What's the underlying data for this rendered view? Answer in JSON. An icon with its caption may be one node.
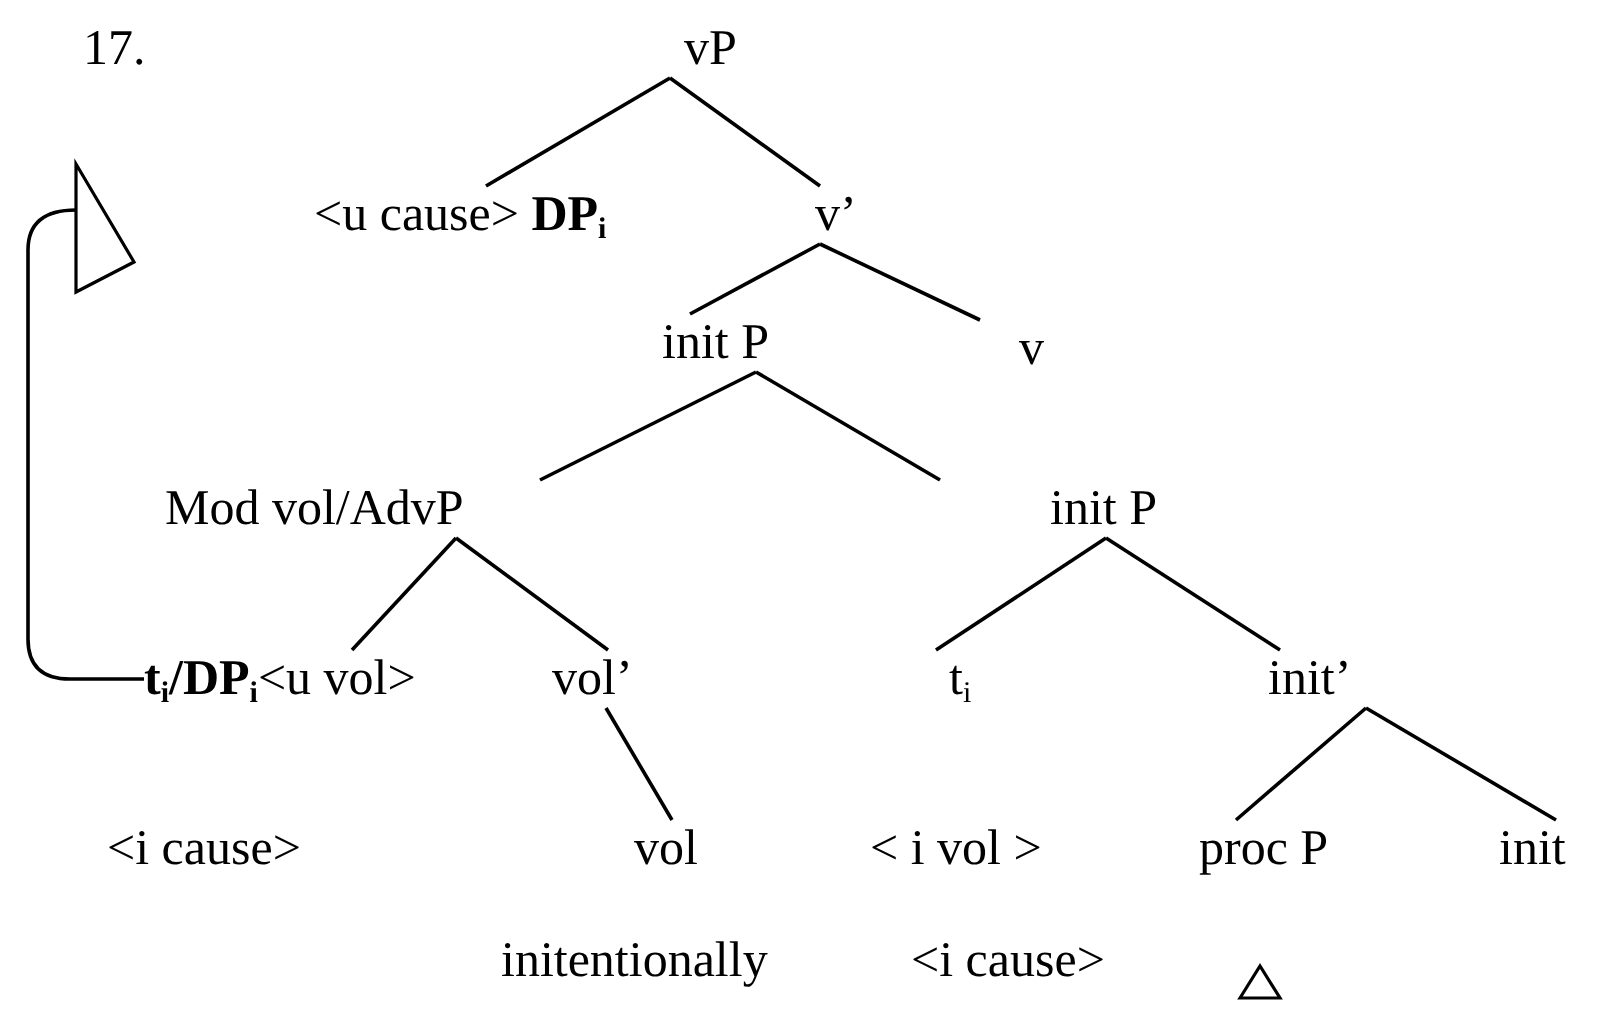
{
  "diagram": {
    "nodes": [
      {
        "text": [
          "vP"
        ]
      },
      {
        "text": [
          "<u cause> **DP$_{i}$**"
        ]
      },
      {
        "text": [
          "v’"
        ]
      },
      {
        "text": [
          "init P"
        ]
      },
      {
        "text": [
          "v"
        ]
      },
      {
        "text": [
          "Mod vol/AdvP"
        ]
      },
      {
        "text": [
          "init P"
        ]
      },
      {
        "text": [
          "**t$_{i}$/DP$_{i}$**<u vol>"
        ]
      },
      {
        "text": [
          "vol’"
        ]
      },
      {
        "text": [
          "t$_{i}$"
        ]
      },
      {
        "text": [
          "init’"
        ]
      },
      {
        "text": [
          "vol"
        ]
      },
      {
        "text": [
          "proc P"
        ]
      },
      {
        "text": [
          "init"
        ]
      }
    ],
    "edges": [
      {
        "from": 0,
        "to": 1,
        "arrow": "none"
      },
      {
        "from": 0,
        "to": 2,
        "arrow": "none"
      },
      {
        "from": 2,
        "to": 3,
        "arrow": "none"
      },
      {
        "from": 2,
        "to": 4,
        "arrow": "none"
      },
      {
        "from": 3,
        "to": 5,
        "arrow": "none"
      },
      {
        "from": 3,
        "to": 6,
        "arrow": "none"
      },
      {
        "from": 5,
        "to": 7,
        "arrow": "none"
      },
      {
        "from": 5,
        "to": 8,
        "arrow": "none"
      },
      {
        "from": 8,
        "to": 11,
        "arrow": "none"
      },
      {
        "from": 6,
        "to": 9,
        "arrow": "none"
      },
      {
        "from": 6,
        "to": 10,
        "arrow": "none"
      },
      {
        "from": 10,
        "to": 12,
        "arrow": "none"
      },
      {
        "from": 10,
        "to": 13,
        "arrow": "none"
      },
      {
        "from": 7,
        "to": null,
        "arrow": "to"
      }
    ],
    "labels": [
      "17.",
      "<i cause>",
      "< i vol >",
      "initentionally",
      "<i cause>"
    ]
  }
}
